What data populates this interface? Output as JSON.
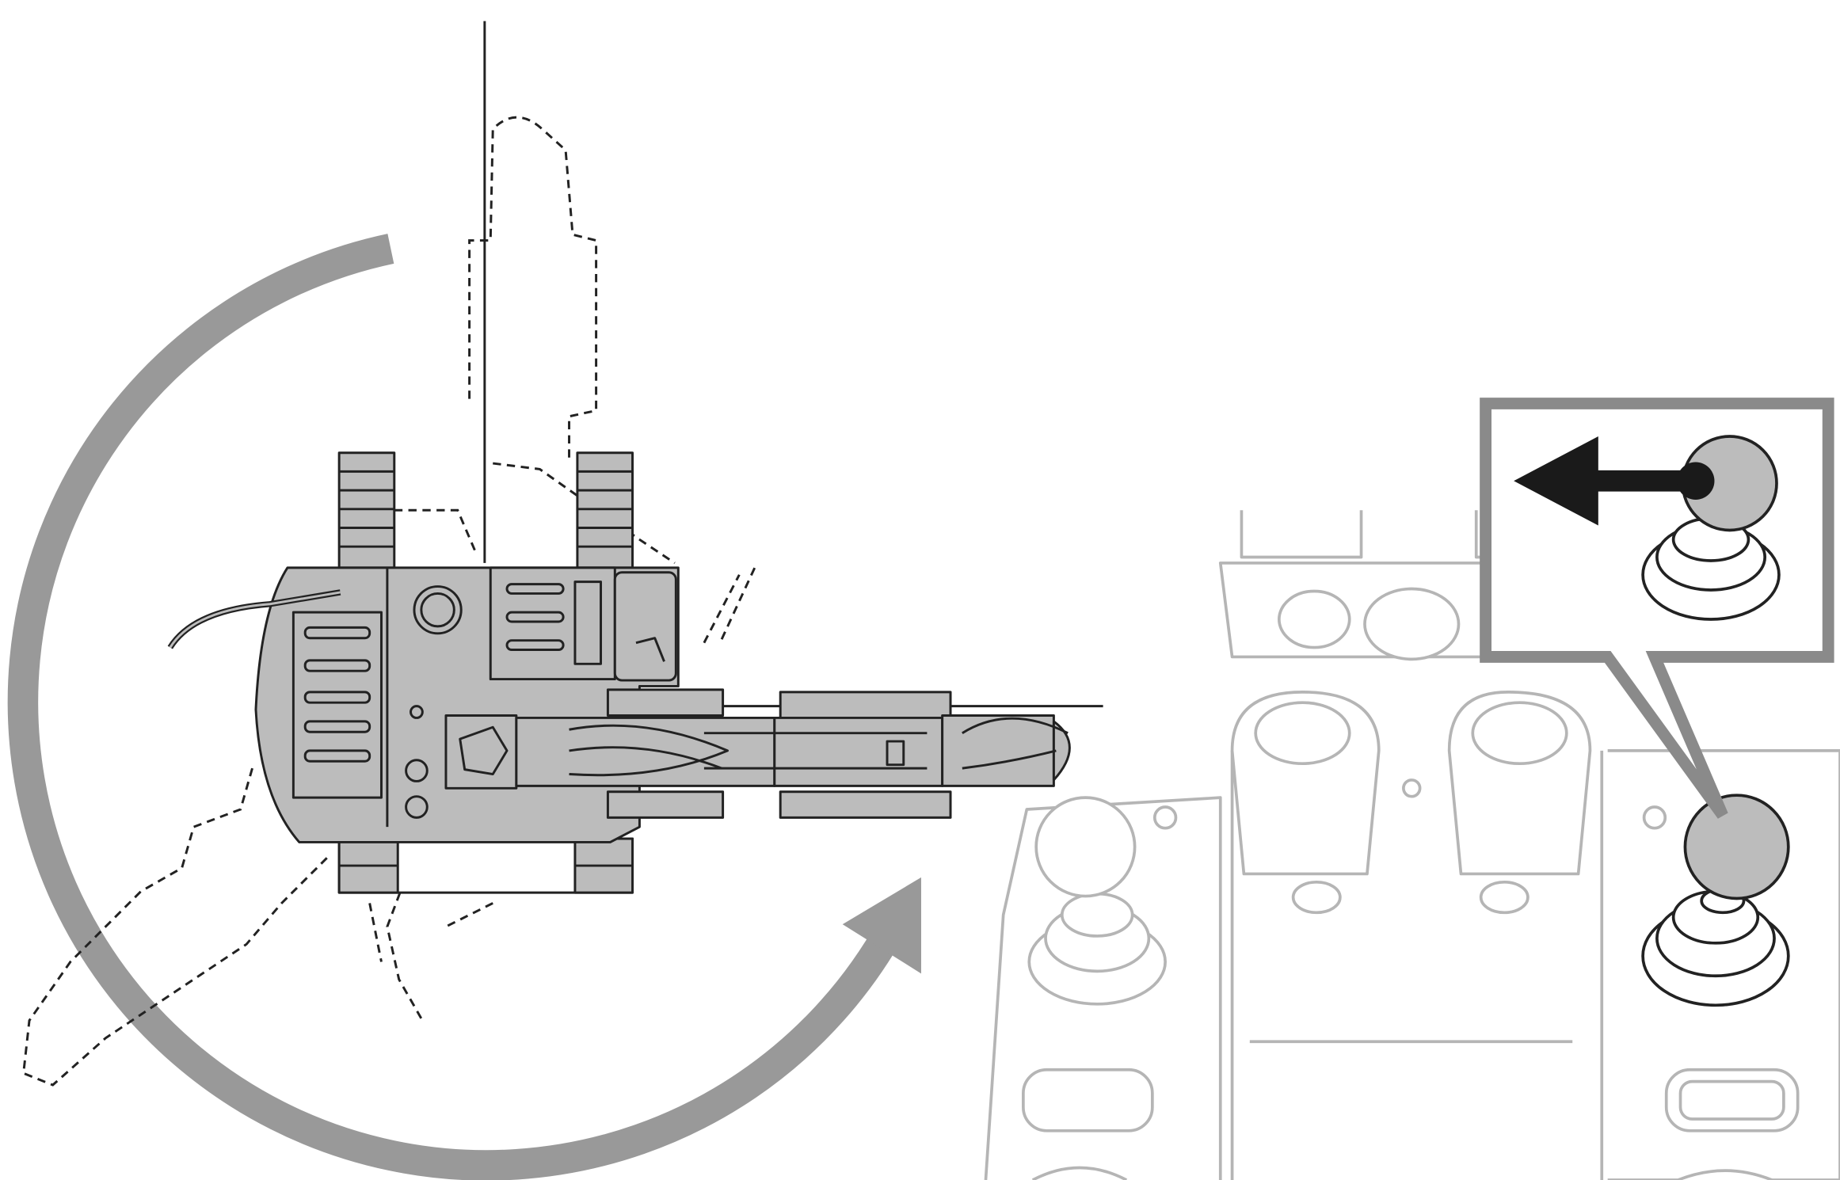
{
  "diagram": {
    "subject": "excavator-swing-operation",
    "swing_direction": "counterclockwise",
    "lever_operated": "right-control-lever",
    "lever_motion": "left",
    "colors": {
      "fill_gray": "#bcbcbc",
      "arrow_gray": "#999999",
      "outline_dark": "#222222",
      "console_gray": "#b5b5b5",
      "callout_gray": "#8a8a8a",
      "arrow_black": "#1a1a1a"
    }
  }
}
